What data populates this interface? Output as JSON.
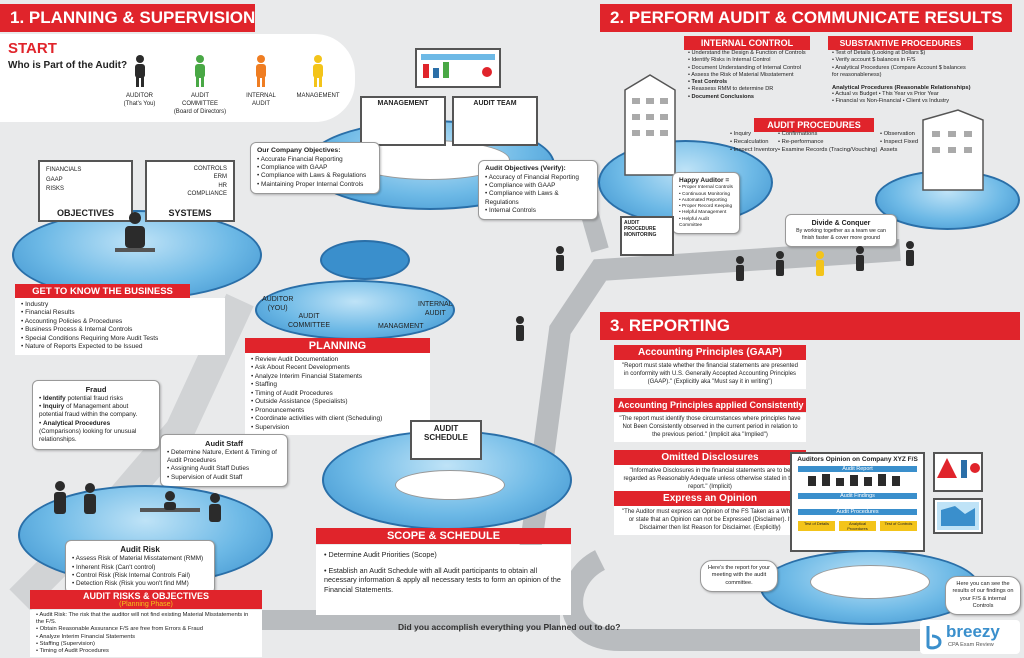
{
  "section1": {
    "title": "1. PLANNING & SUPERVISION",
    "start": "START",
    "who": "Who is Part of the Audit?",
    "people": [
      {
        "label": "AUDITOR\n(That's You)",
        "color": "#2b2b2b"
      },
      {
        "label": "AUDIT\nCOMMITTEE\n(Board of Directors)",
        "color": "#49a845"
      },
      {
        "label": "INTERNAL\nAUDIT",
        "color": "#ef7d22"
      },
      {
        "label": "MANAGEMENT",
        "color": "#f3c41a"
      }
    ],
    "management_label": "MANAGEMENT",
    "audit_team_label": "AUDIT TEAM",
    "objectives_board": {
      "items": [
        "FINANCIALS",
        "GAAP",
        "RISKS"
      ],
      "label": "OBJECTIVES"
    },
    "systems_board": {
      "items": [
        "CONTROLS",
        "ERM",
        "HR",
        "COMPLIANCE"
      ],
      "label": "SYSTEMS"
    },
    "company_objectives": {
      "title": "Our Company Objectives:",
      "items": [
        "Accurate Financial Reporting",
        "Compliance with GAAP",
        "Compliance with Laws & Regulations",
        "Maintaining Proper Internal Controls"
      ]
    },
    "audit_objectives": {
      "title": "Audit Objectives (Verify):",
      "items": [
        "Accuracy of Financial Reporting",
        "Compliance with GAAP",
        "Compliance with Laws & Regulations",
        "Internal Controls"
      ]
    },
    "know_business": {
      "title": "GET TO KNOW THE BUSINESS",
      "items": [
        "Industry",
        "Financial Results",
        "Accounting Policies & Procedures",
        "Business Process & Internal Controls",
        "Special Conditions Requiring More Audit Tests",
        "Nature of Reports Expected to be Issued"
      ]
    },
    "planning_table": {
      "auditor": "AUDITOR\n(YOU)",
      "committee": "AUDIT\nCOMMITTEE",
      "internal": "INTERNAL\nAUDIT",
      "mgmt": "MANAGMENT"
    },
    "planning": {
      "title": "PLANNING",
      "items": [
        "Review Audit Documentation",
        "Ask About Recent Developments",
        "Analyze Interim Financial Statements",
        "Staffing",
        "Timing of Audit Procedures",
        "Outside Assistance (Specialists)",
        "Pronouncements",
        "Coordinate activities with client (Scheduling)",
        "Supervision"
      ]
    },
    "fraud": {
      "title": "Fraud",
      "items": [
        {
          "b": "Identify",
          "t": " potential fraud risks"
        },
        {
          "b": "Inquiry",
          "t": " of Management about potential fraud within the company."
        },
        {
          "b": "Analytical Procedures",
          "t": " (Comparisons) looking for unusual relationships."
        }
      ]
    },
    "audit_staff": {
      "title": "Audit Staff",
      "items": [
        "Determine Nature, Extent & Timing of Audit Procedures",
        "Assigning Audit Staff Duties",
        "Supervision of Audit Staff"
      ]
    },
    "audit_risk": {
      "title": "Audit Risk",
      "items": [
        "Assess Risk of Material Misstatement (RMM)",
        "Inherent Risk (Can't control)",
        "Control Risk (Risk Internal Controls Fail)",
        "Detection Risk (Risk you won't find MM)"
      ]
    },
    "risks_objectives": {
      "title": "AUDIT RISKS & OBJECTIVES",
      "subtitle": "(Planning Phase)",
      "items": [
        "Audit Risk: The risk that the auditor will not find existing Material Misstatements in the F/S.",
        "Obtain Reasonable Assurance F/S are free from Errors & Fraud",
        "Analyze Interim Financial Statements",
        "Staffing (Supervision)",
        "Timing of Audit Procedures"
      ]
    },
    "schedule_board": "AUDIT\nSCHEDULE",
    "scope": {
      "title": "SCOPE & SCHEDULE",
      "items": [
        "Determine Audit Priorities (Scope)",
        "Establish an Audit Schedule with all Audit participants to obtain all necessary information & apply all necessary tests to form an opinion of the Financial Statements."
      ]
    }
  },
  "section2": {
    "title": "2. PERFORM AUDIT & COMMUNICATE RESULTS",
    "internal_control": {
      "title": "INTERNAL CONTROL",
      "items": [
        "Understand the Design & Function of Controls",
        "Identify Risks in Internal Control",
        "Document Understanding of Internal Control",
        "Assess the Risk of Material Misstatement",
        "Test Controls",
        "Reassess RMM to determine DR",
        "Document Conclusions"
      ]
    },
    "substantive": {
      "title": "SUBSTANTIVE PROCEDURES",
      "items": [
        "Test of Details (Looking at Dollars $)",
        "Verify account $ balances in F/S",
        "Analytical Procedures (Compare Account $ balances for reasonableness)"
      ],
      "ap_title": "Analytical Procedures (Reasonable Relationships)",
      "ap_items": [
        "Actual vs Budget • This Year vs Prior Year",
        "Financial vs Non-Financial • Client vs Industry"
      ]
    },
    "audit_procedures": {
      "title": "AUDIT PROCEDURES",
      "col1": [
        "Inquiry",
        "Recalculation",
        "Inspect Inventory"
      ],
      "col2": [
        "Confirmations",
        "Re-performance",
        "Examine Records (Tracing/Vouching)"
      ],
      "col3": [
        "Observation",
        "Inspect Fixed Assets"
      ]
    },
    "happy_auditor": {
      "title": "Happy Auditor =",
      "items": [
        "Proper Internal Controls",
        "Continuous Monitoring",
        "Automated Reporting",
        "Proper Record Keeping",
        "Helpful Management",
        "Helpful Audit Committee"
      ]
    },
    "monitoring_board": "AUDIT PROCEDURE\nMONITORING",
    "divide": {
      "title": "Divide & Conquer",
      "text": "By working together as a team we can finish faster & cover more ground"
    }
  },
  "section3": {
    "title": "3. REPORTING",
    "gaap": {
      "title": "Accounting Principles (GAAP)",
      "text": "\"Report must state whether the financial statements are presented in conformity with U.S. Generally Accepted Accounting Principles (GAAP).\" (Explicitly aka \"Must say it in writing\")"
    },
    "consistency": {
      "title": "Accounting Principles applied Consistently",
      "text": "\"The report must identify those circumstances where principles have Not Been Consistently observed in the current period in relation to the previous period.\" (Implicit aka \"Implied\")"
    },
    "omitted": {
      "title": "Omitted Disclosures",
      "text": "\"Informative Disclosures in the financial statements are to be regarded as Reasonably Adequate unless otherwise stated in the report.\" (Implicit)"
    },
    "opinion": {
      "title": "Express an Opinion",
      "text": "\"The Auditor must express an Opinion of the FS Taken as a Whole or state that an Opinion can not be Expressed (Disclaimer). If Disclaimer then list Reason for Disclaimer. (Explicitly)"
    },
    "report_board": {
      "title": "Auditors Opinion on Company XYZ F/S",
      "audit_report": "Audit Report",
      "findings": "Audit Findings",
      "procedures": "Audit Procedures",
      "tabs": [
        "Test of Details",
        "Analytical Procedures",
        "Test of Controls"
      ]
    },
    "bubble1": "Here's the report for your meeting with the audit committee.",
    "bubble2": "Here you can see the results of our findings on your F/S & internal Controls"
  },
  "footer": {
    "question": "Did you accomplish everything you Planned out to do?",
    "brand": "breezy",
    "brand_sub": "CPA Exam Review"
  },
  "colors": {
    "red": "#e0242b",
    "blue": "#6db9e6",
    "dark": "#2b2b2b"
  }
}
